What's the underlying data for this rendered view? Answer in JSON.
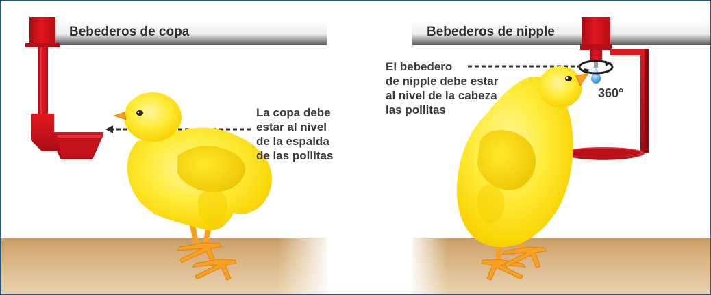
{
  "left_panel": {
    "title": "Bebederos de copa",
    "callout": [
      "La copa debe",
      "estar al nivel",
      "de la espalda",
      "de las pollitas"
    ]
  },
  "right_panel": {
    "title": "Bebederos de nipple",
    "callout": [
      "El bebedero",
      "de nipple debe estar",
      "al nivel de la cabeza",
      "las pollitas"
    ],
    "rotation_label": "360°"
  },
  "colors": {
    "frame_border": "#1a5b8f",
    "drinker_red": "#d3121b",
    "chick_yellow": "#ffe300",
    "chick_leg_orange": "#f7a021",
    "floor_tan": "#d2ab77"
  }
}
